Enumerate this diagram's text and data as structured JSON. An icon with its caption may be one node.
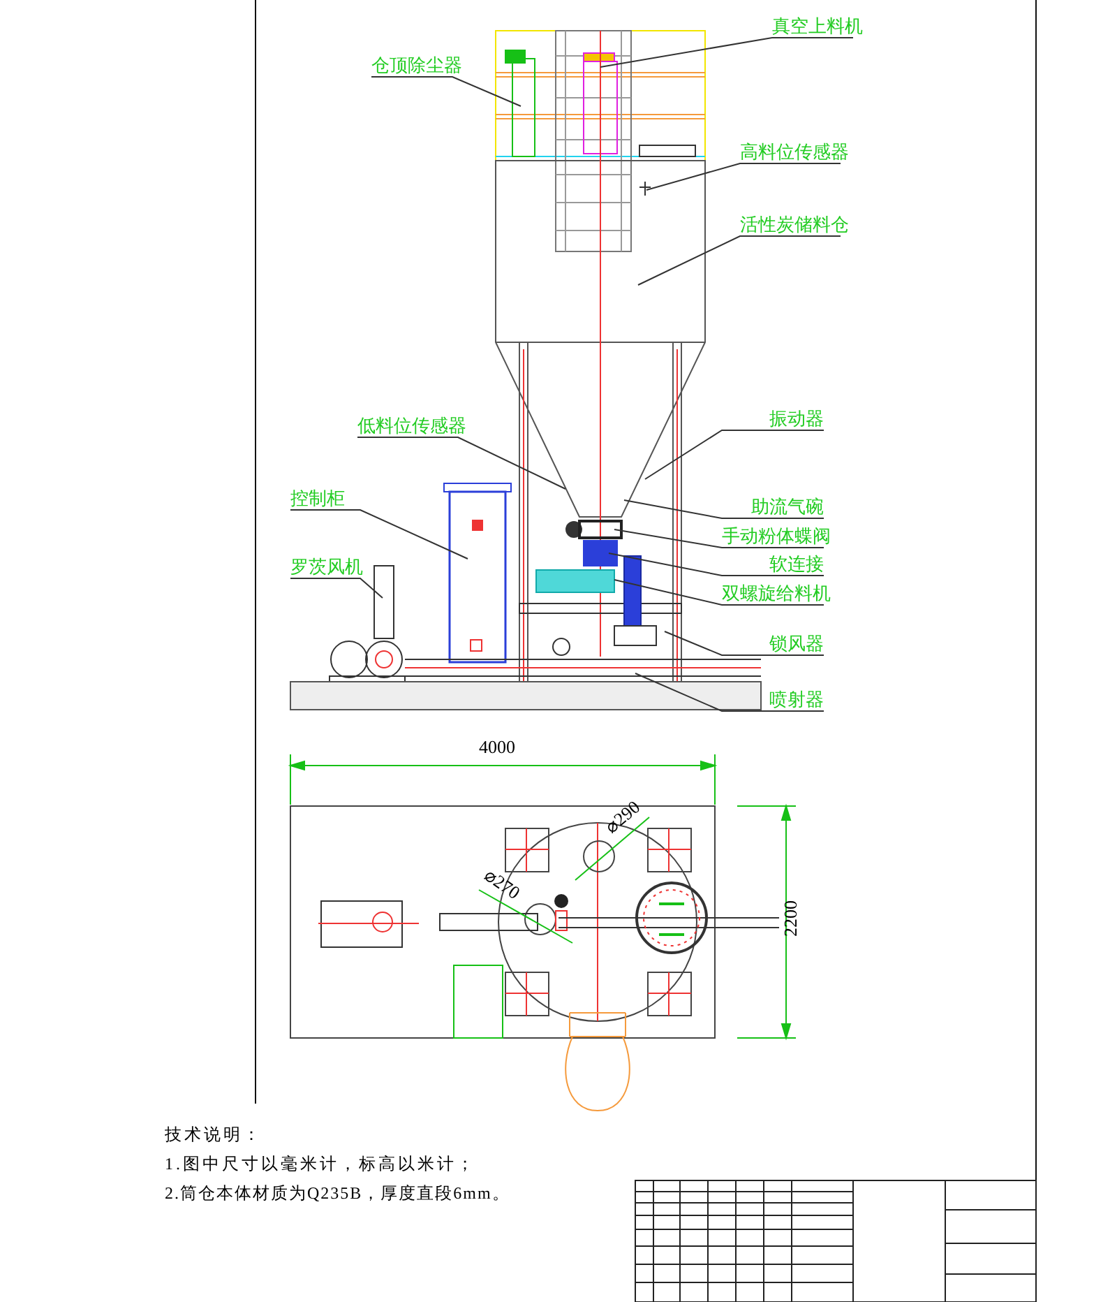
{
  "diagram": {
    "nodes": [
      {
        "text": [
          "仓顶除尘器"
        ]
      },
      {
        "text": [
          "真空上料机"
        ]
      },
      {
        "text": [
          "高料位传感器"
        ]
      },
      {
        "text": [
          "活性炭储料仓"
        ]
      },
      {
        "text": [
          "低料位传感器"
        ]
      },
      {
        "text": [
          "振动器"
        ]
      },
      {
        "text": [
          "控制柜"
        ]
      },
      {
        "text": [
          "助流气碗"
        ]
      },
      {
        "text": [
          "手动粉体蝶阀"
        ]
      },
      {
        "text": [
          "罗茨风机"
        ]
      },
      {
        "text": [
          "软连接"
        ]
      },
      {
        "text": [
          "双螺旋给料机"
        ]
      },
      {
        "text": [
          "锁风器"
        ]
      },
      {
        "text": [
          "喷射器"
        ]
      }
    ],
    "edges": [
      {
        "from": 0,
        "to": null,
        "arrow": "none"
      },
      {
        "from": 1,
        "to": null,
        "arrow": "none"
      },
      {
        "from": 2,
        "to": null,
        "arrow": "none"
      },
      {
        "from": 3,
        "to": null,
        "arrow": "none"
      },
      {
        "from": 4,
        "to": null,
        "arrow": "none"
      },
      {
        "from": 5,
        "to": null,
        "arrow": "none"
      },
      {
        "from": 6,
        "to": null,
        "arrow": "none"
      },
      {
        "from": 7,
        "to": null,
        "arrow": "none"
      },
      {
        "from": 8,
        "to": null,
        "arrow": "none"
      },
      {
        "from": 9,
        "to": null,
        "arrow": "none"
      },
      {
        "from": 10,
        "to": null,
        "arrow": "none"
      },
      {
        "from": 11,
        "to": null,
        "arrow": "none"
      },
      {
        "from": 12,
        "to": null,
        "arrow": "none"
      },
      {
        "from": 13,
        "to": null,
        "arrow": "none"
      }
    ],
    "labels": [
      "4000",
      "2200",
      "⌀290",
      "⌀270",
      "技术说明：",
      "1.图中尺寸以毫米计，标高以米计；",
      "2.筒仓本体材质为Q235B，厚度直段6mm。"
    ]
  }
}
